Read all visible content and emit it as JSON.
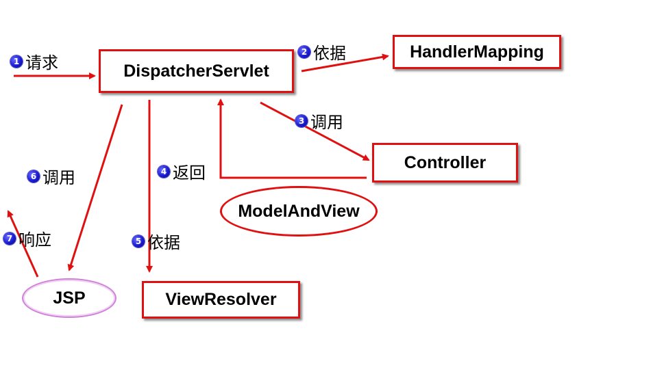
{
  "nodes": {
    "dispatcher": "DispatcherServlet",
    "handler_mapping": "HandlerMapping",
    "controller": "Controller",
    "model_and_view": "ModelAndView",
    "view_resolver": "ViewResolver",
    "jsp": "JSP"
  },
  "steps": [
    {
      "num": "1",
      "text": "请求"
    },
    {
      "num": "2",
      "text": "依据"
    },
    {
      "num": "3",
      "text": "调用"
    },
    {
      "num": "4",
      "text": "返回"
    },
    {
      "num": "5",
      "text": "依据"
    },
    {
      "num": "6",
      "text": "调用"
    },
    {
      "num": "7",
      "text": "响应"
    }
  ],
  "colors": {
    "arrow": "#e01010",
    "box_border": "#e01010",
    "jsp_border": "#d080d8",
    "step_badge": "#1a1ad0"
  }
}
